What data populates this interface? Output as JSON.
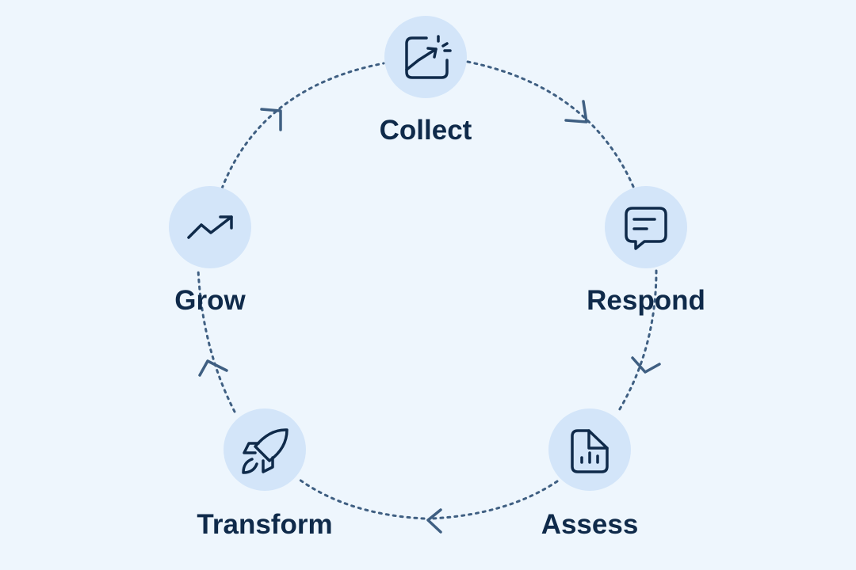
{
  "colors": {
    "background": "#eef6fd",
    "node_fill": "#d3e5f9",
    "icon_stroke": "#0f2a4a",
    "arrow": "#3f5f82",
    "label": "#0f2a4a"
  },
  "nodes": [
    {
      "label": "Collect",
      "icon": "chart-spark-icon"
    },
    {
      "label": "Respond",
      "icon": "chat-message-icon"
    },
    {
      "label": "Assess",
      "icon": "report-document-icon"
    },
    {
      "label": "Transform",
      "icon": "rocket-icon"
    },
    {
      "label": "Grow",
      "icon": "trend-up-icon"
    }
  ]
}
